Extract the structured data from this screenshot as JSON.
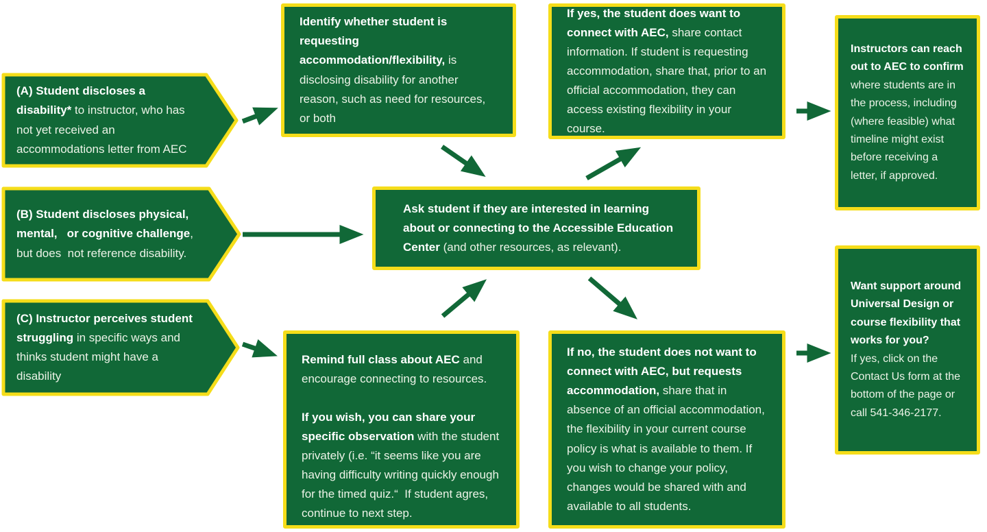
{
  "colors": {
    "box_green": "#116837",
    "border_yellow": "#F5DD1A",
    "text": "#ECF3E7",
    "bold_text": "#FFFFFF",
    "page_bg": "#FFFFFF"
  },
  "boxes": {
    "a": {
      "bold": "(A) Student discloses a disability*",
      "rest": " to instructor, who has not yet received an accommodations letter from AEC"
    },
    "b": {
      "bold": "(B) Student discloses physical, mental,   or cognitive challenge",
      "rest": ", but does  not reference disability."
    },
    "c": {
      "bold": "(C) Instructor perceives student struggling",
      "rest": " in specific ways and thinks student might have a disability"
    },
    "identify": {
      "bold": "Identify whether student is requesting accommodation/flexibility,",
      "rest": " is disclosing disability for another reason, such as need for resources, or both"
    },
    "if_yes": {
      "bold": "If yes, the student does want to connect with AEC,",
      "rest": " share contact information. If student is requesting accommodation, share that, prior to an official accommodation, they can access existing flexibility in your course."
    },
    "instructors_reach": {
      "bold": "Instructors can reach out to AEC to confirm",
      "rest": " where students are in the process, including (where feasible) what timeline might exist before receiving a letter, if approved."
    },
    "ask_student": {
      "bold": "Ask student if they are interested in learning about or connecting to the Accessible Education Center",
      "rest": " (and other resources, as relevant)."
    },
    "remind": {
      "p1_bold": "Remind full class about AEC",
      "p1_rest": " and encourage connecting to resources.",
      "p2_bold": "If you wish, you can share your specific observation",
      "p2_rest": " with the student privately (i.e. “it seems like you are having difficulty writing quickly enough for the timed quiz.“  If student agres, continue to next step."
    },
    "if_no": {
      "bold": "If no, the student does not want to connect with AEC, but requests accommodation,",
      "rest": " share that in absence of an official accommodation, the flexibility in your current course policy is what is available to them. If you wish to change your policy, changes would be shared with and available to all students."
    },
    "want_support": {
      "bold": "Want support around Universal Design or course flexibility that works for you?",
      "rest": "If yes, click on the Contact Us form at the bottom of the page or call 541-346-2177."
    }
  }
}
